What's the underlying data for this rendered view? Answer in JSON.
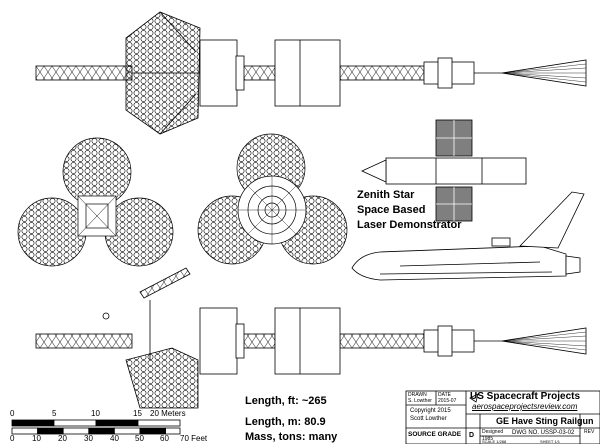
{
  "inset_label": {
    "line1": "Zenith Star",
    "line2": "Space Based",
    "line3": "Laser Demonstrator"
  },
  "specs": {
    "length_ft": "Length, ft: ~265",
    "length_m": "Length, m: 80.9",
    "mass": "Mass, tons: many"
  },
  "scale_bars": {
    "meters_ticks": [
      "0",
      "5",
      "10",
      "15",
      "20 Meters"
    ],
    "feet_ticks": [
      "0",
      "10",
      "20",
      "30",
      "40",
      "50",
      "60",
      "70 Feet"
    ]
  },
  "title_block": {
    "drawn_label": "DRAWN",
    "drawn_by": "S. Lowther",
    "date_label": "DATE",
    "date": "2015-07",
    "copyright": "Copyright 2015",
    "author": "Scott Lowther",
    "org": "US Spacecraft Projects",
    "url": "aerospaceprojectsreview.com",
    "title": "GE Have Sting Railgun",
    "designed_label": "Designed",
    "designed_year": "1985",
    "dwg_no": "DWG NO. USSP-03-02",
    "rev_label": "REV",
    "source_grade_label": "SOURCE GRADE",
    "source_grade": "D",
    "scale_label": "SCALE 1/288",
    "sheet_label": "SHEET 1/1"
  },
  "colors": {
    "line": "#000000",
    "panel_fill": "#7f7f7f",
    "body_fill": "#ffffff",
    "shade_fill": "#bdbdbd"
  }
}
